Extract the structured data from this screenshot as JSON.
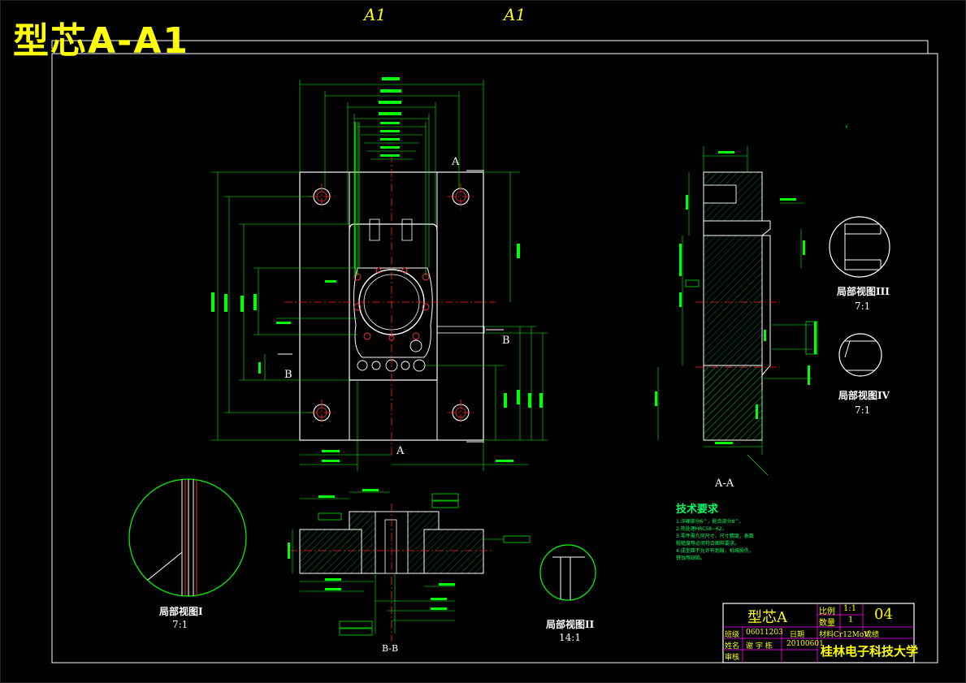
{
  "title": "型芯A-A1",
  "sheet_tags": [
    "A1",
    "A1"
  ],
  "section_markers": {
    "a_top": "A",
    "a_bottom": "A",
    "b_right": "B",
    "b_left": "B"
  },
  "view_labels": {
    "section_aa": "A-A",
    "section_bb": "B-B",
    "detail_1": "局部视图I",
    "detail_1_scale": "7:1",
    "detail_2": "局部视图II",
    "detail_2_scale": "14:1",
    "detail_3": "局部视图III",
    "detail_3_scale": "7:1",
    "detail_4": "局部视图IV",
    "detail_4_scale": "7:1"
  },
  "technical_requirements": {
    "title": "技术要求",
    "items": [
      "1.淬硬部分6^，配合部分8^。",
      "2.热处理HRC58~62。",
      "3.零件需几何尺寸、尺寸精度，表面",
      "  粗糙度等必须符合图样要求。",
      "4.成型面不允许有划痕，机械损伤，",
      "  锈蚀等缺陷。"
    ]
  },
  "title_block": {
    "part_name": "型芯A",
    "scale_label": "比例",
    "scale_value": "1:1",
    "qty_label": "数量",
    "qty_value": "1",
    "drawing_no": "04",
    "class_label": "班级",
    "class_value": "06011203",
    "date_label": "日期",
    "material": "材料Cr12MoV",
    "process": "成绩",
    "name_label": "姓名",
    "name_value": "谢 宇 栋",
    "date_value": "20100601",
    "review_label": "审核",
    "school": "桂林电子科技大学"
  },
  "colors": {
    "background": "#000000",
    "outline": "#ffffff",
    "dimension": "#00ff00",
    "centerline": "#ff0000",
    "title": "#ffff00",
    "title_block_grid": "#ff00ff"
  }
}
